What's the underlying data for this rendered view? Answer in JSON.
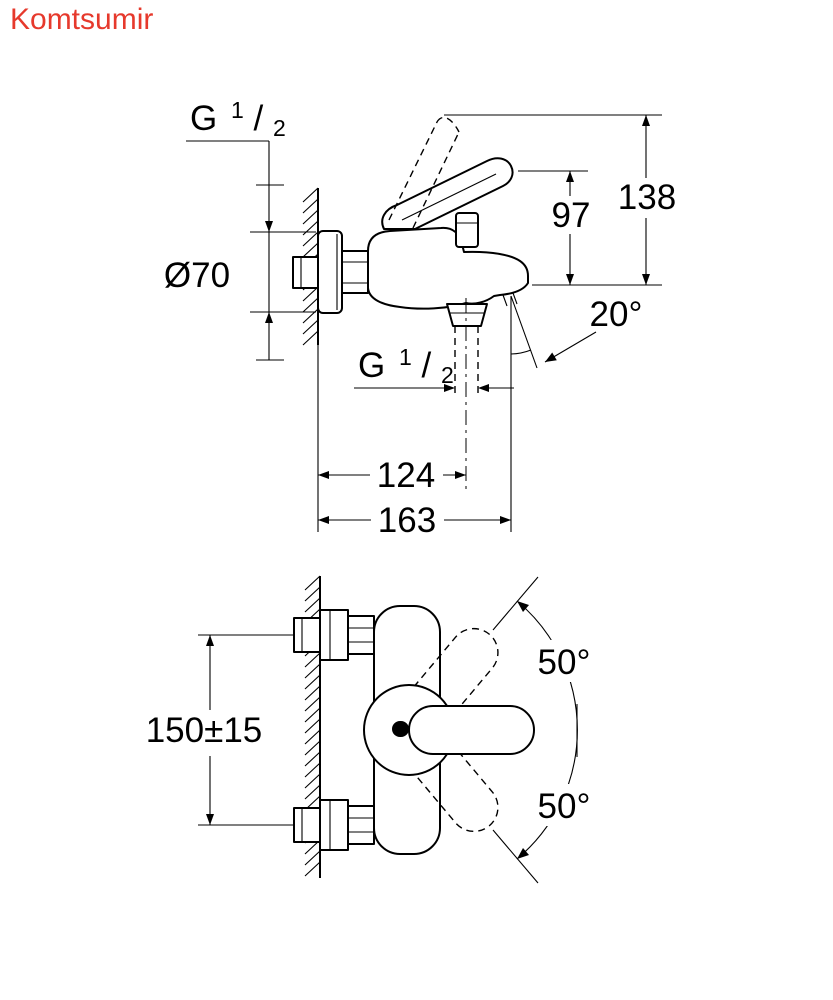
{
  "page": {
    "title": "Komtsumir",
    "title_color": "#e6392c",
    "line_color": "#000000",
    "background_color": "#ffffff"
  },
  "side_view": {
    "labels": {
      "inlet_thread": {
        "prefix": "G",
        "sup": "1",
        "slash": "/",
        "sub": "2"
      },
      "flange_diameter": "Ø70",
      "lever_height": "97",
      "total_height": "138",
      "spout_angle": "20°",
      "shower_thread": {
        "prefix": "G",
        "sup": "1",
        "slash": "/",
        "sub": "2"
      },
      "shower_offset": "124",
      "spout_reach": "163"
    }
  },
  "plan_view": {
    "labels": {
      "connection_distance": "150±15",
      "swivel_upper": "50°",
      "swivel_lower": "50°"
    }
  }
}
